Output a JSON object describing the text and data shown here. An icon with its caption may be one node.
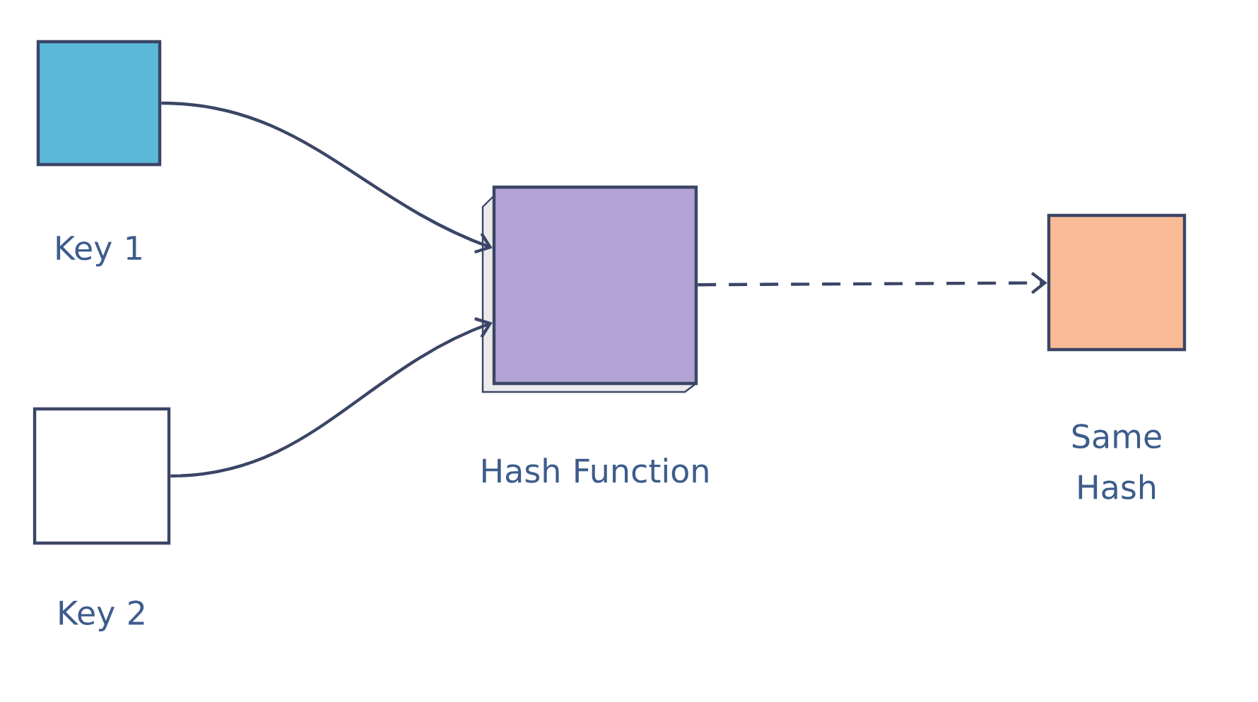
{
  "diagram": {
    "nodes": [
      {
        "text": [
          "Key 1"
        ]
      },
      {
        "text": [
          "Key 2"
        ]
      },
      {
        "text": [
          "Hash Function"
        ]
      },
      {
        "text": [
          "Same Hash"
        ]
      }
    ],
    "edges": [
      {
        "from": 0,
        "to": 2,
        "arrow": "to"
      },
      {
        "from": 1,
        "to": 2,
        "arrow": "to"
      },
      {
        "from": 2,
        "to": 3,
        "arrow": "to",
        "style": "dashed"
      }
    ]
  }
}
